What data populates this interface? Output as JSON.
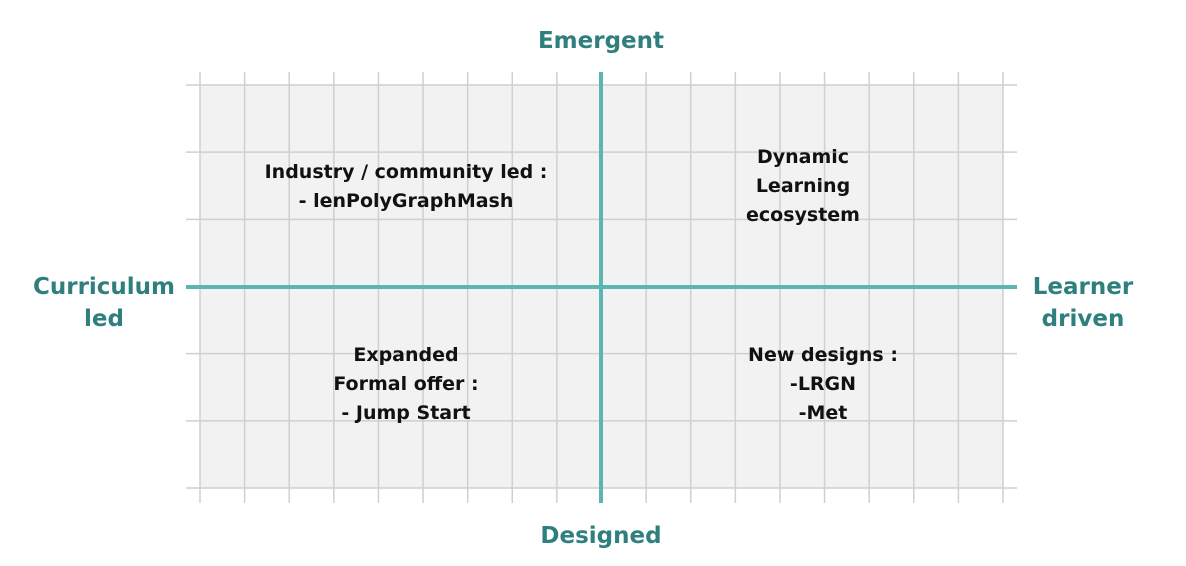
{
  "axes": {
    "top": "Emergent",
    "bottom": "Designed",
    "left": [
      "Curriculum",
      "led"
    ],
    "right": [
      "Learner",
      "driven"
    ]
  },
  "quadrants": {
    "top_left": [
      "Industry / community led :",
      "- lenPolyGraphMash"
    ],
    "top_right": [
      "Dynamic",
      "Learning",
      "ecosystem"
    ],
    "bottom_left": [
      "Expanded",
      "Formal offer :",
      "- Jump Start"
    ],
    "bottom_right": [
      "New designs :",
      "-LRGN",
      "-Met"
    ]
  },
  "colors": {
    "axis": "#5bb5b0",
    "label": "#2f7f7f",
    "grid": "#cfcfd4",
    "background": "#f2f2f2",
    "text": "#111111"
  }
}
